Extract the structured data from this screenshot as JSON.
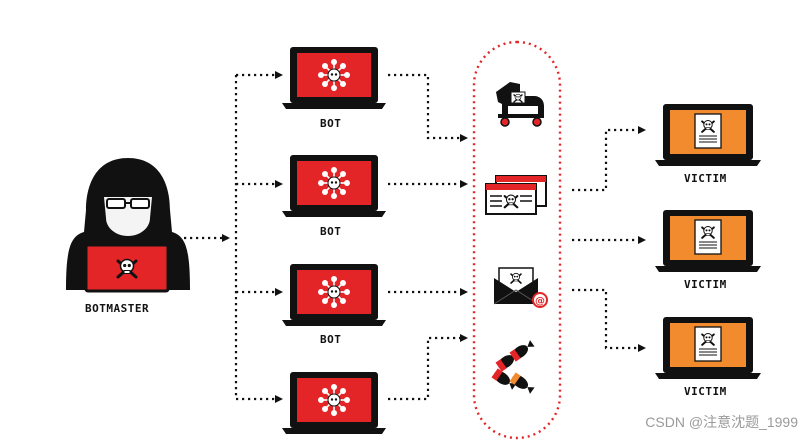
{
  "labels": {
    "botmaster": "BOTMASTER",
    "bot": "BOT",
    "victim": "VICTIM"
  },
  "watermark": "CSDN @注意沈题_1999",
  "icons": {
    "botmaster": "hooded-hacker-icon",
    "bot": "laptop-bot-icon",
    "victim": "laptop-victim-icon",
    "attack_1": "trojan-horse-icon",
    "attack_2": "malicious-webpage-icon",
    "attack_3": "phishing-email-icon",
    "attack_4": "bombs-icon"
  },
  "colors": {
    "bot_screen": "#e32527",
    "victim_screen": "#f28a2e",
    "dotted_line": "#111111",
    "attack_outline": "#e32527"
  }
}
